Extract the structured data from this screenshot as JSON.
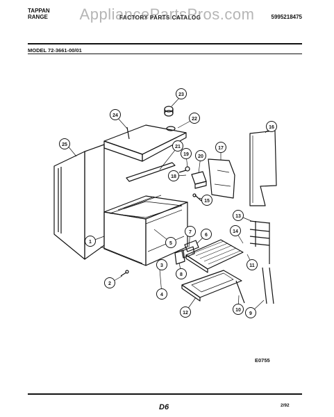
{
  "header": {
    "brand_line1": "TAPPAN",
    "brand_line2": "RANGE",
    "catalog_title": "FACTORY PARTS CATALOG",
    "part_number": "5995218475",
    "watermark": "AppliancePartsPros.com"
  },
  "model": {
    "label": "MODEL",
    "value": "72-3661-00/01"
  },
  "diagram": {
    "figure_code": "E0755",
    "callouts": [
      "1",
      "2",
      "3",
      "4",
      "5",
      "6",
      "7",
      "8",
      "9",
      "10",
      "11",
      "12",
      "13",
      "14",
      "15",
      "16",
      "17",
      "18",
      "19",
      "20",
      "21",
      "22",
      "23",
      "24",
      "25"
    ]
  },
  "footer": {
    "page_code": "D6",
    "date_code": "2/92"
  }
}
